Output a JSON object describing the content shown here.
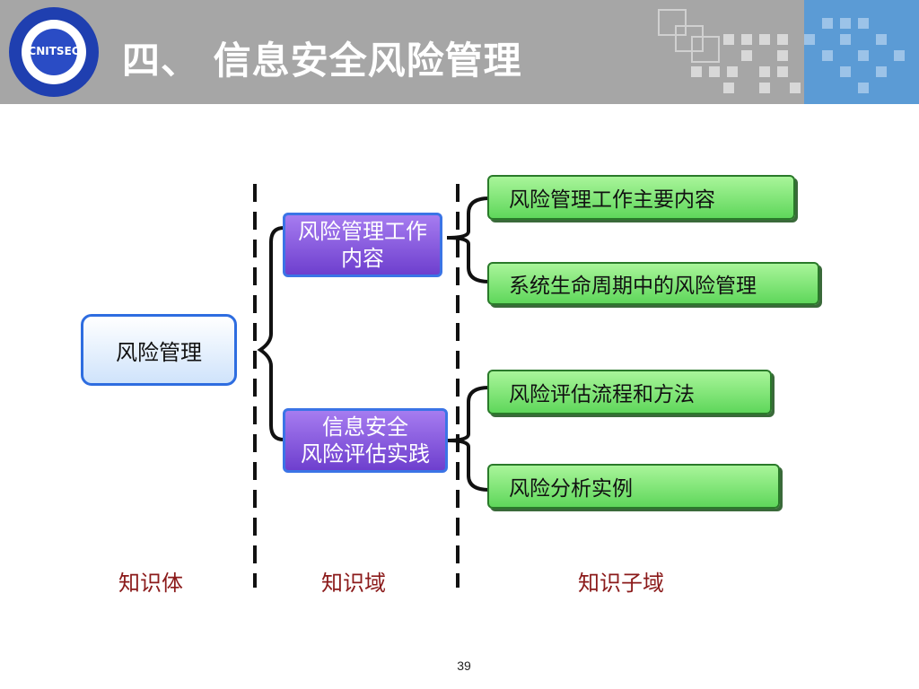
{
  "slide": {
    "title": "四、 信息安全风险管理",
    "page_number": "39",
    "logo_text": "CNITSEC"
  },
  "diagram": {
    "root": "风险管理",
    "domains": [
      {
        "label_line1": "风险管理工作",
        "label_line2": "内容",
        "children": [
          "风险管理工作主要内容",
          "系统生命周期中的风险管理"
        ]
      },
      {
        "label_line1": "信息安全",
        "label_line2": "风险评估实践",
        "children": [
          "风险评估流程和方法",
          "风险分析实例"
        ]
      }
    ],
    "column_labels": [
      "知识体",
      "知识域",
      "知识子域"
    ]
  },
  "colors": {
    "header": "#a6a6a6",
    "header_accent": "#5b9bd5",
    "domain_fill": "#7b4fd8",
    "subdomain_fill": "#7ee26f",
    "root_border": "#2e6de0",
    "column_label": "#8b1a1a"
  }
}
